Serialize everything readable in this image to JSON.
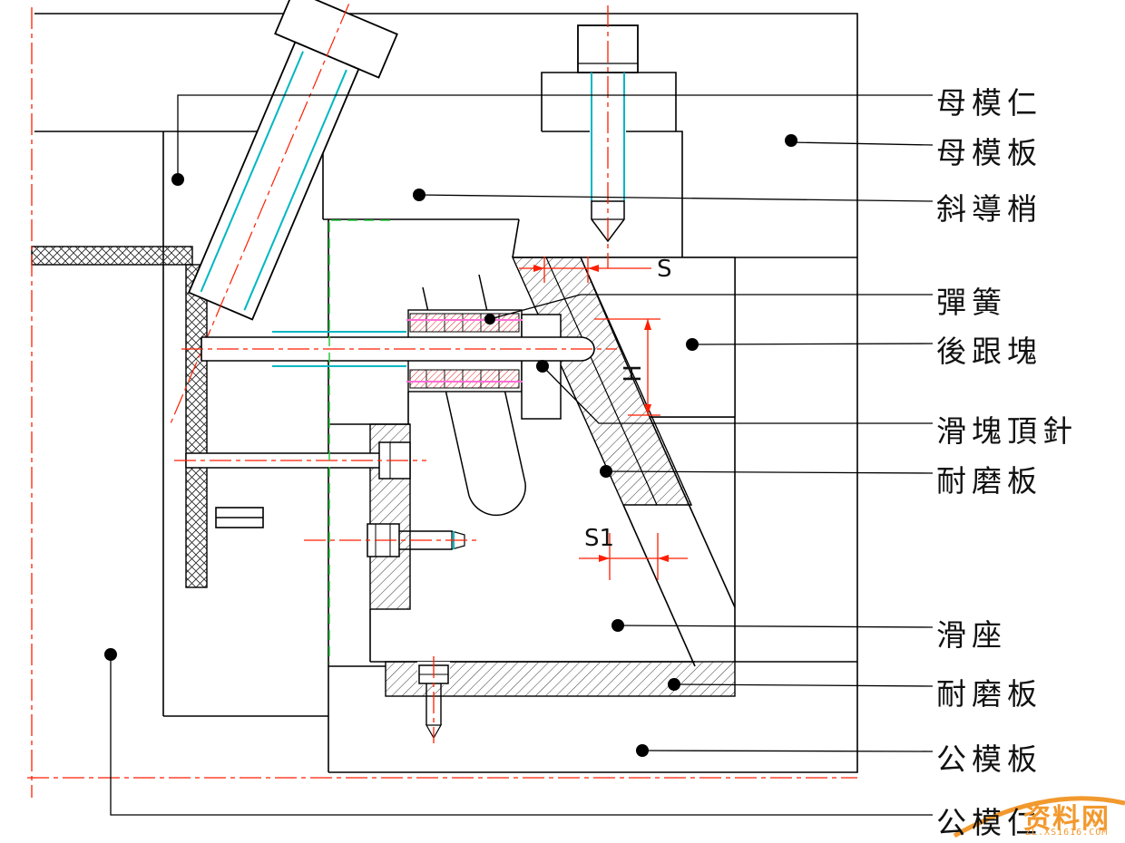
{
  "labels": [
    {
      "text": "母模仁"
    },
    {
      "text": "母模板"
    },
    {
      "text": "斜導梢"
    },
    {
      "text": "彈簧"
    },
    {
      "text": "後跟塊"
    },
    {
      "text": "滑塊頂針"
    },
    {
      "text": "耐磨板"
    },
    {
      "text": "滑座"
    },
    {
      "text": "耐磨板"
    },
    {
      "text": "公模板"
    },
    {
      "text": "公模仁"
    }
  ],
  "dimensions": {
    "s": "S",
    "h": "H",
    "s1": "S1"
  },
  "watermark": {
    "name": "资料网",
    "url": "ZL.XS1616.COM"
  },
  "colors": {
    "line": "#000000",
    "centerline_red": "#ff1e00",
    "dimension_red": "#ff1e00",
    "hidden_green": "#27c93f",
    "highlight_cyan": "#00b7c2",
    "spring_pink": "#ff6fd8",
    "watermark_orange": "#f2992e"
  }
}
